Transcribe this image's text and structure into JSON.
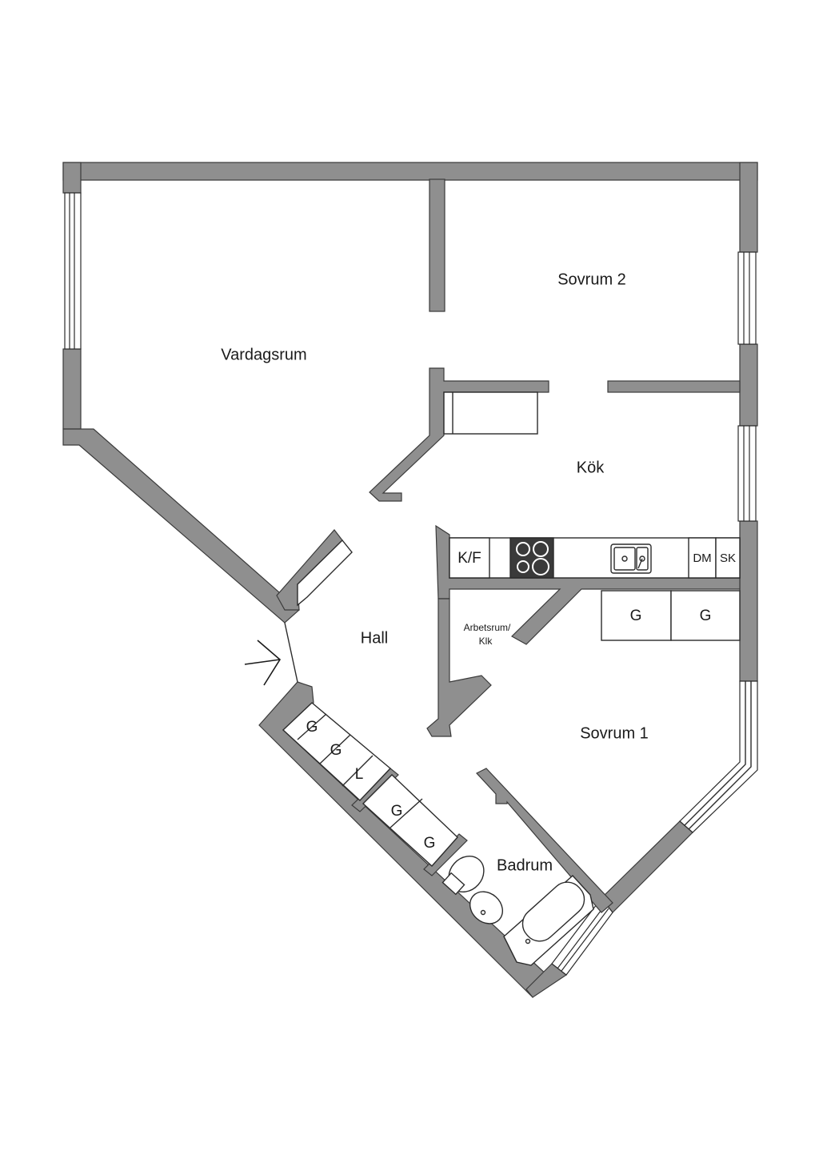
{
  "rooms": {
    "vardagsrum": "Vardagsrum",
    "sovrum2": "Sovrum 2",
    "kok": "Kök",
    "hall": "Hall",
    "arbetsrum_line1": "Arbetsrum/",
    "arbetsrum_line2": "Klk",
    "sovrum1": "Sovrum 1",
    "badrum": "Badrum"
  },
  "kitchen": {
    "fridge": "K/F",
    "dishwasher": "DM",
    "cabinet": "SK"
  },
  "storage": {
    "closet1": "G",
    "closet2": "G",
    "hall1": "G",
    "hall2": "G",
    "hall3": "L",
    "hall4": "G",
    "hall5": "G"
  },
  "colors": {
    "wall": "#8f8f8f",
    "stove": "#3a3a3a"
  }
}
